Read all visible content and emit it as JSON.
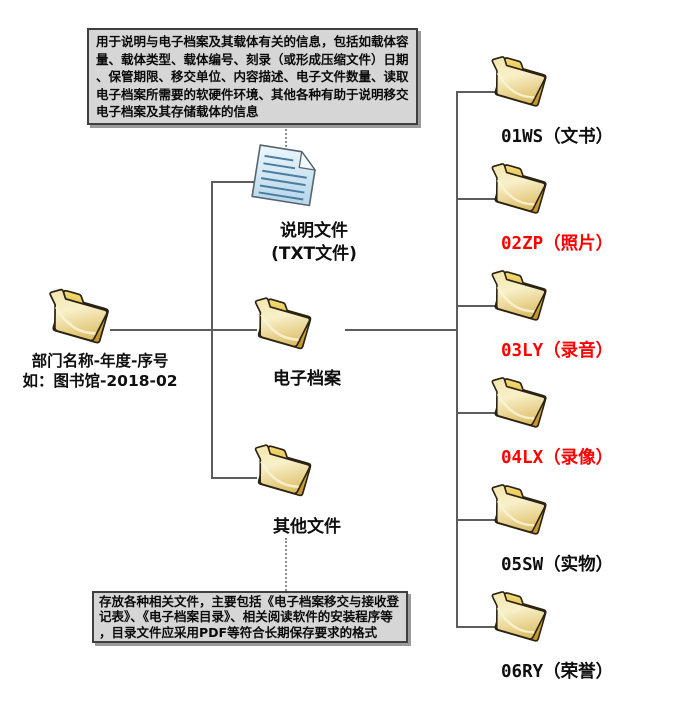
{
  "diagram": {
    "top_note": {
      "text": "用于说明与电子档案及其载体有关的信息，包括如载体容量、载体类型、载体编号、刻录（或形成压缩文件）日期、保管期限、移交单位、内容描述、电子文件数量、读取电子档案所需要的软硬件环境、其他各种有助于说明移交电子档案及其存储载体的信息"
    },
    "bottom_note": {
      "text": "存放各种相关文件，主要包括《电子档案移交与接收登记表》、《电子档案目录》、相关阅读软件的安装程序等，目录文件应采用PDF等符合长期保存要求的格式"
    },
    "root_node": {
      "label_line1": "部门名称-年度-序号",
      "label_line2": "如：图书馆-2018-02"
    },
    "doc_node": {
      "label_line1": "说明文件",
      "label_line2": "(TXT文件)"
    },
    "archive_node": {
      "label": "电子档案"
    },
    "other_node": {
      "label": "其他文件"
    },
    "right_folders": [
      {
        "label": "01WS（文书）",
        "color": "#0f0f0f"
      },
      {
        "label": "02ZP（照片）",
        "color": "#ff0000"
      },
      {
        "label": "03LY（录音）",
        "color": "#ff0000"
      },
      {
        "label": "04LX（录像）",
        "color": "#ff0000"
      },
      {
        "label": "05SW（实物）",
        "color": "#0f0f0f"
      },
      {
        "label": "06RY（荣誉）",
        "color": "#0f0f0f"
      }
    ],
    "colors": {
      "connector": "#5d5d5d",
      "note_fill": "#d6d6d6",
      "note_border": "#3f3f3f",
      "folder_gold": "#ddb742",
      "folder_cream": "#f8f0c9",
      "doc_blue": "#cfe6f4",
      "red_label": "#ff0000"
    }
  }
}
